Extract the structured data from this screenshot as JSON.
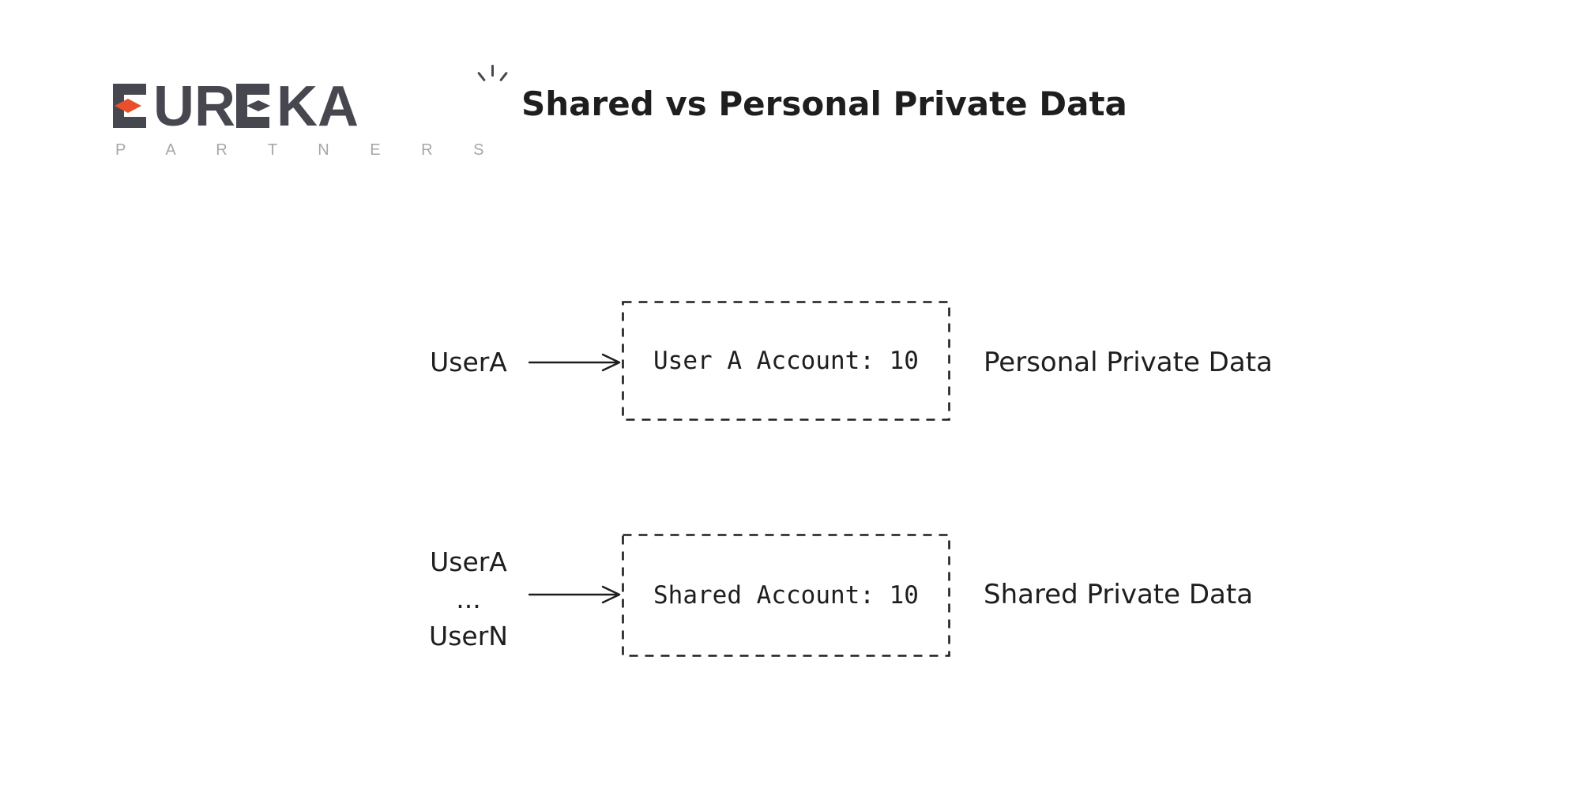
{
  "colors": {
    "ink": "#1e1e1e",
    "brand": "#47474f",
    "accent": "#e8502b",
    "muted": "#a6a6ac",
    "background": "#ffffff"
  },
  "logo": {
    "letters": [
      "E",
      "U",
      "R",
      "E",
      "K",
      "A"
    ],
    "subtitle": "P A R T N E R S"
  },
  "title": "Shared vs Personal Private Data",
  "diagram": {
    "personal": {
      "source_label": "UserA",
      "box_label": "User A Account: 10",
      "side_label": "Personal Private Data"
    },
    "shared": {
      "source_labels": [
        "UserA",
        "...",
        "UserN"
      ],
      "box_label": "Shared Account: 10",
      "side_label": "Shared Private Data"
    }
  }
}
